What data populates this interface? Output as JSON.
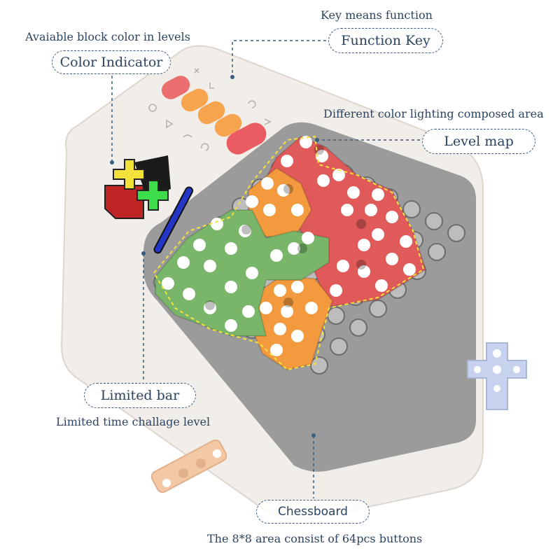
{
  "labels": {
    "color_indicator": {
      "title": "Color Indicator",
      "caption": "Avaiable block color in levels"
    },
    "function_key": {
      "title": "Function Key",
      "caption": "Key means function"
    },
    "level_map": {
      "title": "Level map",
      "caption": "Different color lighting composed area"
    },
    "limited_bar": {
      "title": "Limited bar",
      "caption": "Limited  time challage level"
    },
    "chessboard": {
      "title": "Chessboard",
      "caption": "The 8*8 area consist of 64pcs buttons"
    }
  },
  "device": {
    "board_grid": "8x8",
    "button_count": 64
  },
  "colors": {
    "device_body": "#f1ede8",
    "board_frame": "#9a9a9a",
    "board_button": "#bdbdbd",
    "red_block": "#e05a5a",
    "orange_block": "#f39a3e",
    "green_block": "#79b66a",
    "limited_bar": "#2436c8",
    "annotation_line": "#3b5d80",
    "highlight_dashes": "#f5e23a"
  },
  "icons": [
    "power-icon",
    "play-icon",
    "undo-icon",
    "restart-icon",
    "sound-icon",
    "person-icon"
  ]
}
